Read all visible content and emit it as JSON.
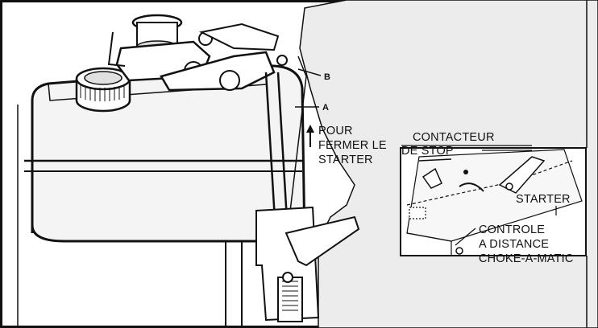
{
  "labels": {
    "pour_fermer_line1": "POUR",
    "pour_fermer_line2": "FERMER LE",
    "pour_fermer_line3": "STARTER",
    "contacteur_line1": "CONTACTEUR",
    "contacteur_line2": "DE STOP",
    "starter": "STARTER",
    "controle_line1": "CONTROLE",
    "controle_line2": "A DISTANCE",
    "controle_line3": "CHOKE-A-MATIC",
    "callout_a": "A",
    "callout_b": "B"
  },
  "colors": {
    "ink": "#111111",
    "paper": "#ffffff",
    "engine_shade": "#e9e9e9"
  }
}
